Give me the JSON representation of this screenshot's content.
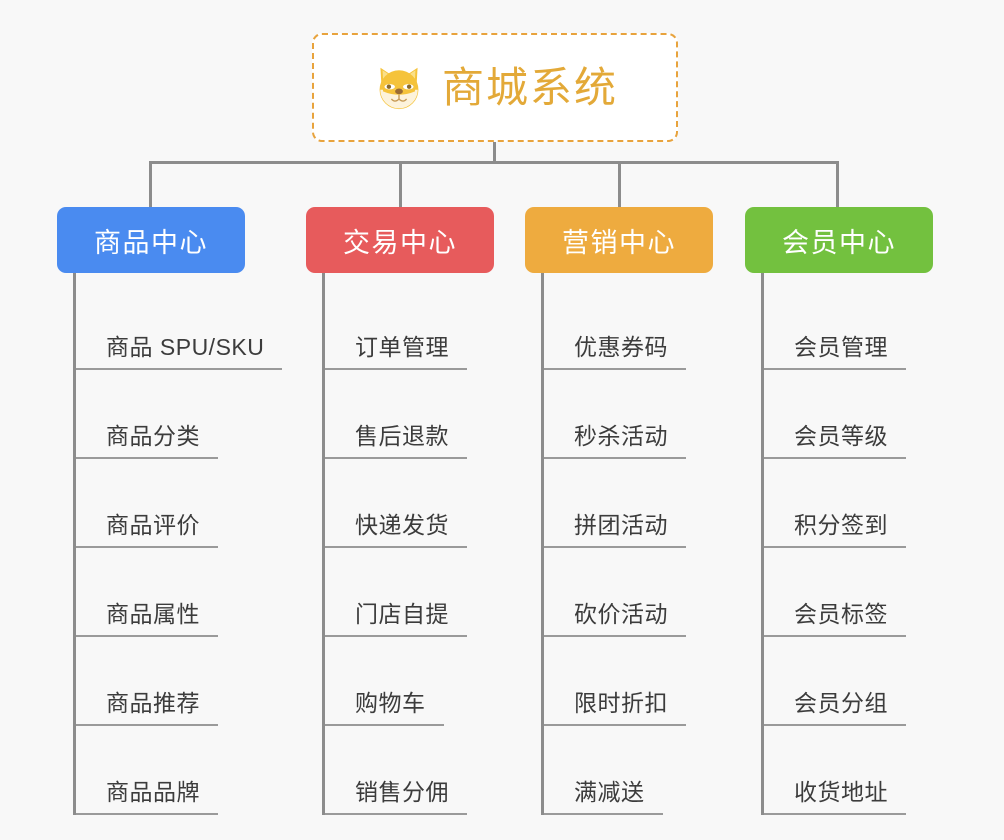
{
  "background_color": "#f8f8f8",
  "root": {
    "icon": "shiba-dog-face-icon",
    "title": "商城系统",
    "text_color": "#e3a938",
    "border_color": "#e8a33d",
    "fill_color": "#ffffff"
  },
  "connector_color": "#8c8c8c",
  "columns": [
    {
      "header": "商品中心",
      "color": "#4a8bf0",
      "items": [
        "商品 SPU/SKU",
        "商品分类",
        "商品评价",
        "商品属性",
        "商品推荐",
        "商品品牌"
      ]
    },
    {
      "header": "交易中心",
      "color": "#e75b5c",
      "items": [
        "订单管理",
        "售后退款",
        "快递发货",
        "门店自提",
        "购物车",
        "销售分佣"
      ]
    },
    {
      "header": "营销中心",
      "color": "#eeab3f",
      "items": [
        "优惠券码",
        "秒杀活动",
        "拼团活动",
        "砍价活动",
        "限时折扣",
        "满减送"
      ]
    },
    {
      "header": "会员中心",
      "color": "#73c13f",
      "items": [
        "会员管理",
        "会员等级",
        "积分签到",
        "会员标签",
        "会员分组",
        "收货地址"
      ]
    }
  ]
}
